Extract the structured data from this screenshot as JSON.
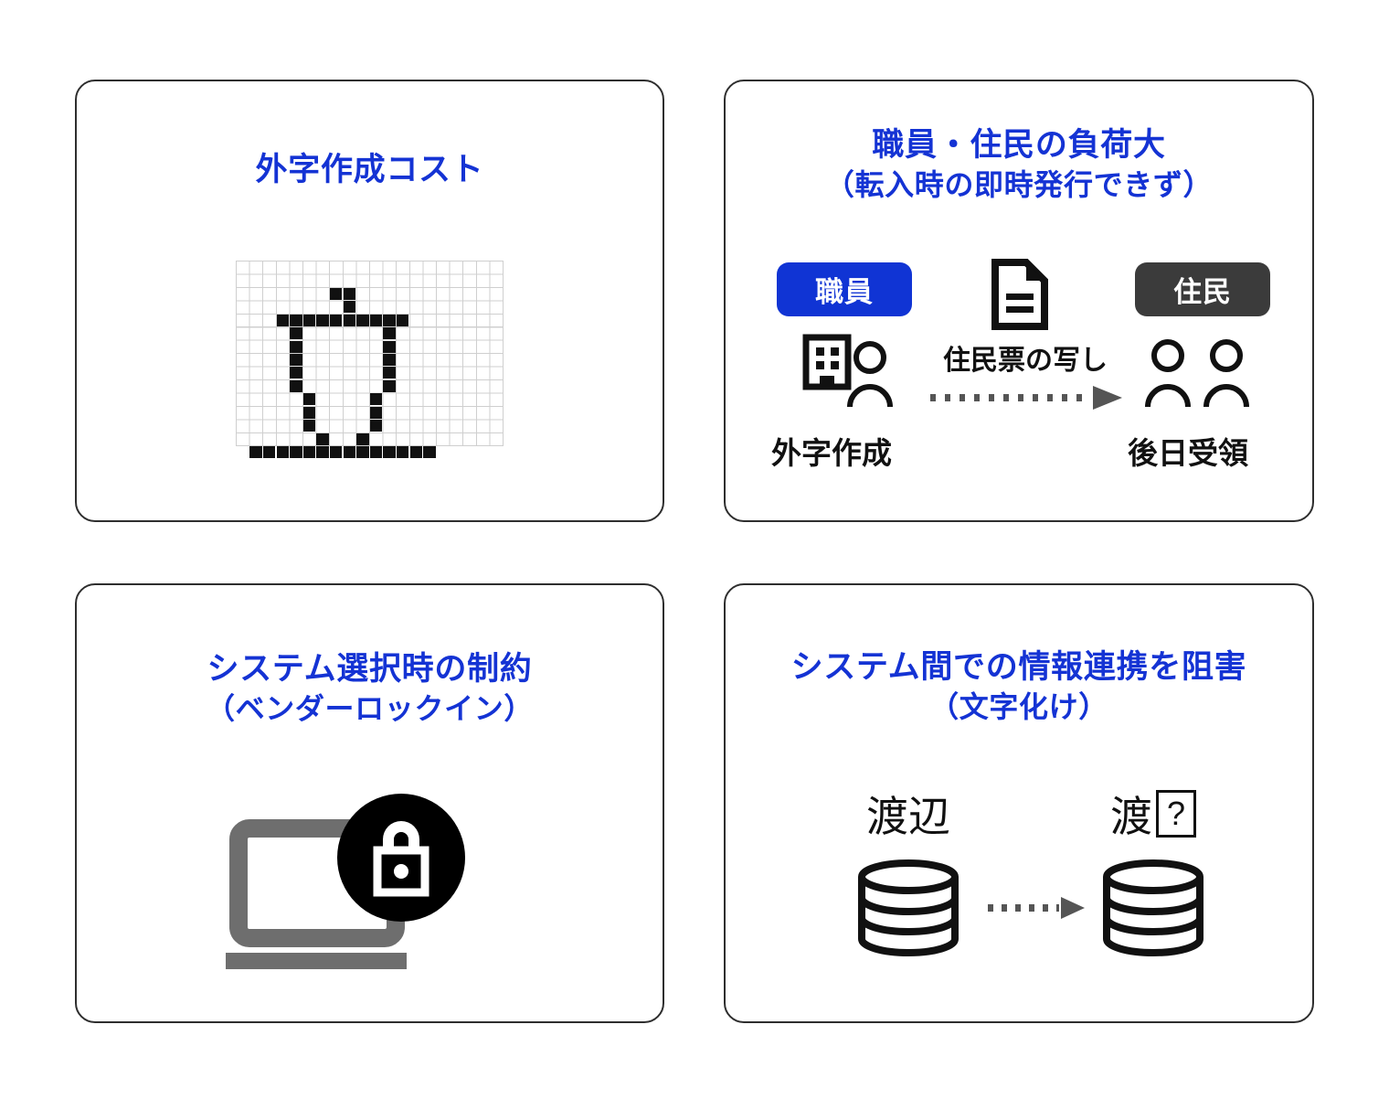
{
  "theme": {
    "title_blue": "#1433d4",
    "badge_blue": "#1034d4",
    "badge_dark": "#3b3b3b",
    "border_dark": "#2e2e2e",
    "icon_black": "#111111",
    "laptop_gray": "#6e6e6e",
    "arrow_gray": "#555555",
    "grid_line": "#cfcfcf"
  },
  "cards": {
    "gaiji_cost": {
      "title": "外字作成コスト",
      "glyph_icon": "pixel-grid-glyph",
      "grid": {
        "cols": 20,
        "rows": 14,
        "filled_cells": [
          [
            7,
            2
          ],
          [
            8,
            2
          ],
          [
            8,
            3
          ],
          [
            3,
            4
          ],
          [
            4,
            4
          ],
          [
            5,
            4
          ],
          [
            6,
            4
          ],
          [
            7,
            4
          ],
          [
            8,
            4
          ],
          [
            9,
            4
          ],
          [
            10,
            4
          ],
          [
            11,
            4
          ],
          [
            12,
            4
          ],
          [
            4,
            5
          ],
          [
            4,
            6
          ],
          [
            4,
            7
          ],
          [
            4,
            8
          ],
          [
            4,
            9
          ],
          [
            11,
            5
          ],
          [
            11,
            6
          ],
          [
            11,
            7
          ],
          [
            11,
            8
          ],
          [
            11,
            9
          ],
          [
            5,
            10
          ],
          [
            5,
            11
          ],
          [
            5,
            12
          ],
          [
            10,
            10
          ],
          [
            10,
            11
          ],
          [
            10,
            12
          ],
          [
            6,
            13
          ],
          [
            9,
            13
          ],
          [
            1,
            14
          ],
          [
            2,
            14
          ],
          [
            3,
            14
          ],
          [
            4,
            14
          ],
          [
            5,
            14
          ],
          [
            6,
            14
          ],
          [
            7,
            14
          ],
          [
            8,
            14
          ],
          [
            9,
            14
          ],
          [
            10,
            14
          ],
          [
            11,
            14
          ],
          [
            12,
            14
          ],
          [
            13,
            14
          ],
          [
            14,
            14
          ]
        ]
      }
    },
    "burden": {
      "title_main": "職員・住民の負荷大",
      "title_sub": "（転入時の即時発行できず）",
      "badge_staff": "職員",
      "badge_resident": "住民",
      "document_icon": "document-icon",
      "staff_icon": "office-building-person-icon",
      "resident_icon": "two-people-icon",
      "flow_label": "住民票の写し",
      "flow_arrow_icon": "dotted-arrow-right-icon",
      "staff_caption": "外字作成",
      "resident_caption": "後日受領"
    },
    "vendor_lock": {
      "title_main": "システム選択時の制約",
      "title_sub": "（ベンダーロックイン）",
      "laptop_icon": "laptop-icon",
      "lock_icon": "lock-badge-icon"
    },
    "mojibake": {
      "title_main": "システム間での情報連携を阻害",
      "title_sub": "（文字化け）",
      "before_text": "渡辺",
      "after_text": "渡",
      "after_tofu": "?",
      "db_icon": "database-cylinder-icon",
      "arrow_icon": "dotted-arrow-right-icon"
    }
  }
}
